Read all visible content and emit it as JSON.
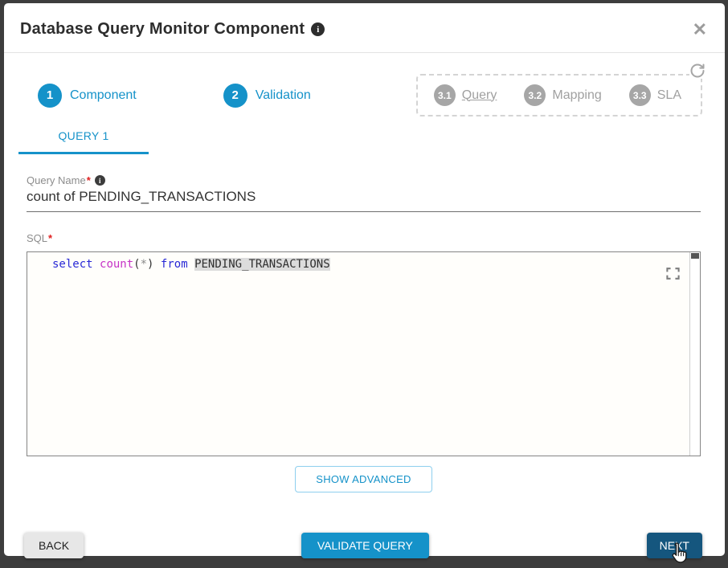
{
  "modal": {
    "title": "Database Query Monitor Component"
  },
  "icons": {
    "info_glyph": "i",
    "close_glyph": "✕"
  },
  "steps": {
    "step1": {
      "num": "1",
      "label": "Component"
    },
    "step2": {
      "num": "2",
      "label": "Validation"
    },
    "sub1": {
      "num": "3.1",
      "label": "Query"
    },
    "sub2": {
      "num": "3.2",
      "label": "Mapping"
    },
    "sub3": {
      "num": "3.3",
      "label": "SLA"
    }
  },
  "tabs": {
    "query1": "QUERY 1"
  },
  "form": {
    "query_name_label": "Query Name",
    "required_marker": "*",
    "query_name_value": "count of PENDING_TRANSACTIONS",
    "sql_label": "SQL"
  },
  "editor": {
    "tokens": [
      {
        "text": "select ",
        "type": "keyword"
      },
      {
        "text": "count",
        "type": "function"
      },
      {
        "text": "(",
        "type": "plain"
      },
      {
        "text": "*",
        "type": "operator"
      },
      {
        "text": ") ",
        "type": "plain"
      },
      {
        "text": "from ",
        "type": "keyword"
      },
      {
        "text": "PENDING_TRANSACTIONS",
        "type": "highlight"
      }
    ]
  },
  "buttons": {
    "show_advanced": "SHOW ADVANCED",
    "back": "BACK",
    "validate": "VALIDATE QUERY",
    "next": "NEXT"
  },
  "colors": {
    "accent": "#1592c9",
    "next_button": "#15567e",
    "inactive_gray": "#a6a6a6",
    "required_red": "#e02020",
    "keyword_blue": "#2929d6",
    "function_magenta": "#c633c6",
    "highlight_bg": "#dcdcdc"
  }
}
